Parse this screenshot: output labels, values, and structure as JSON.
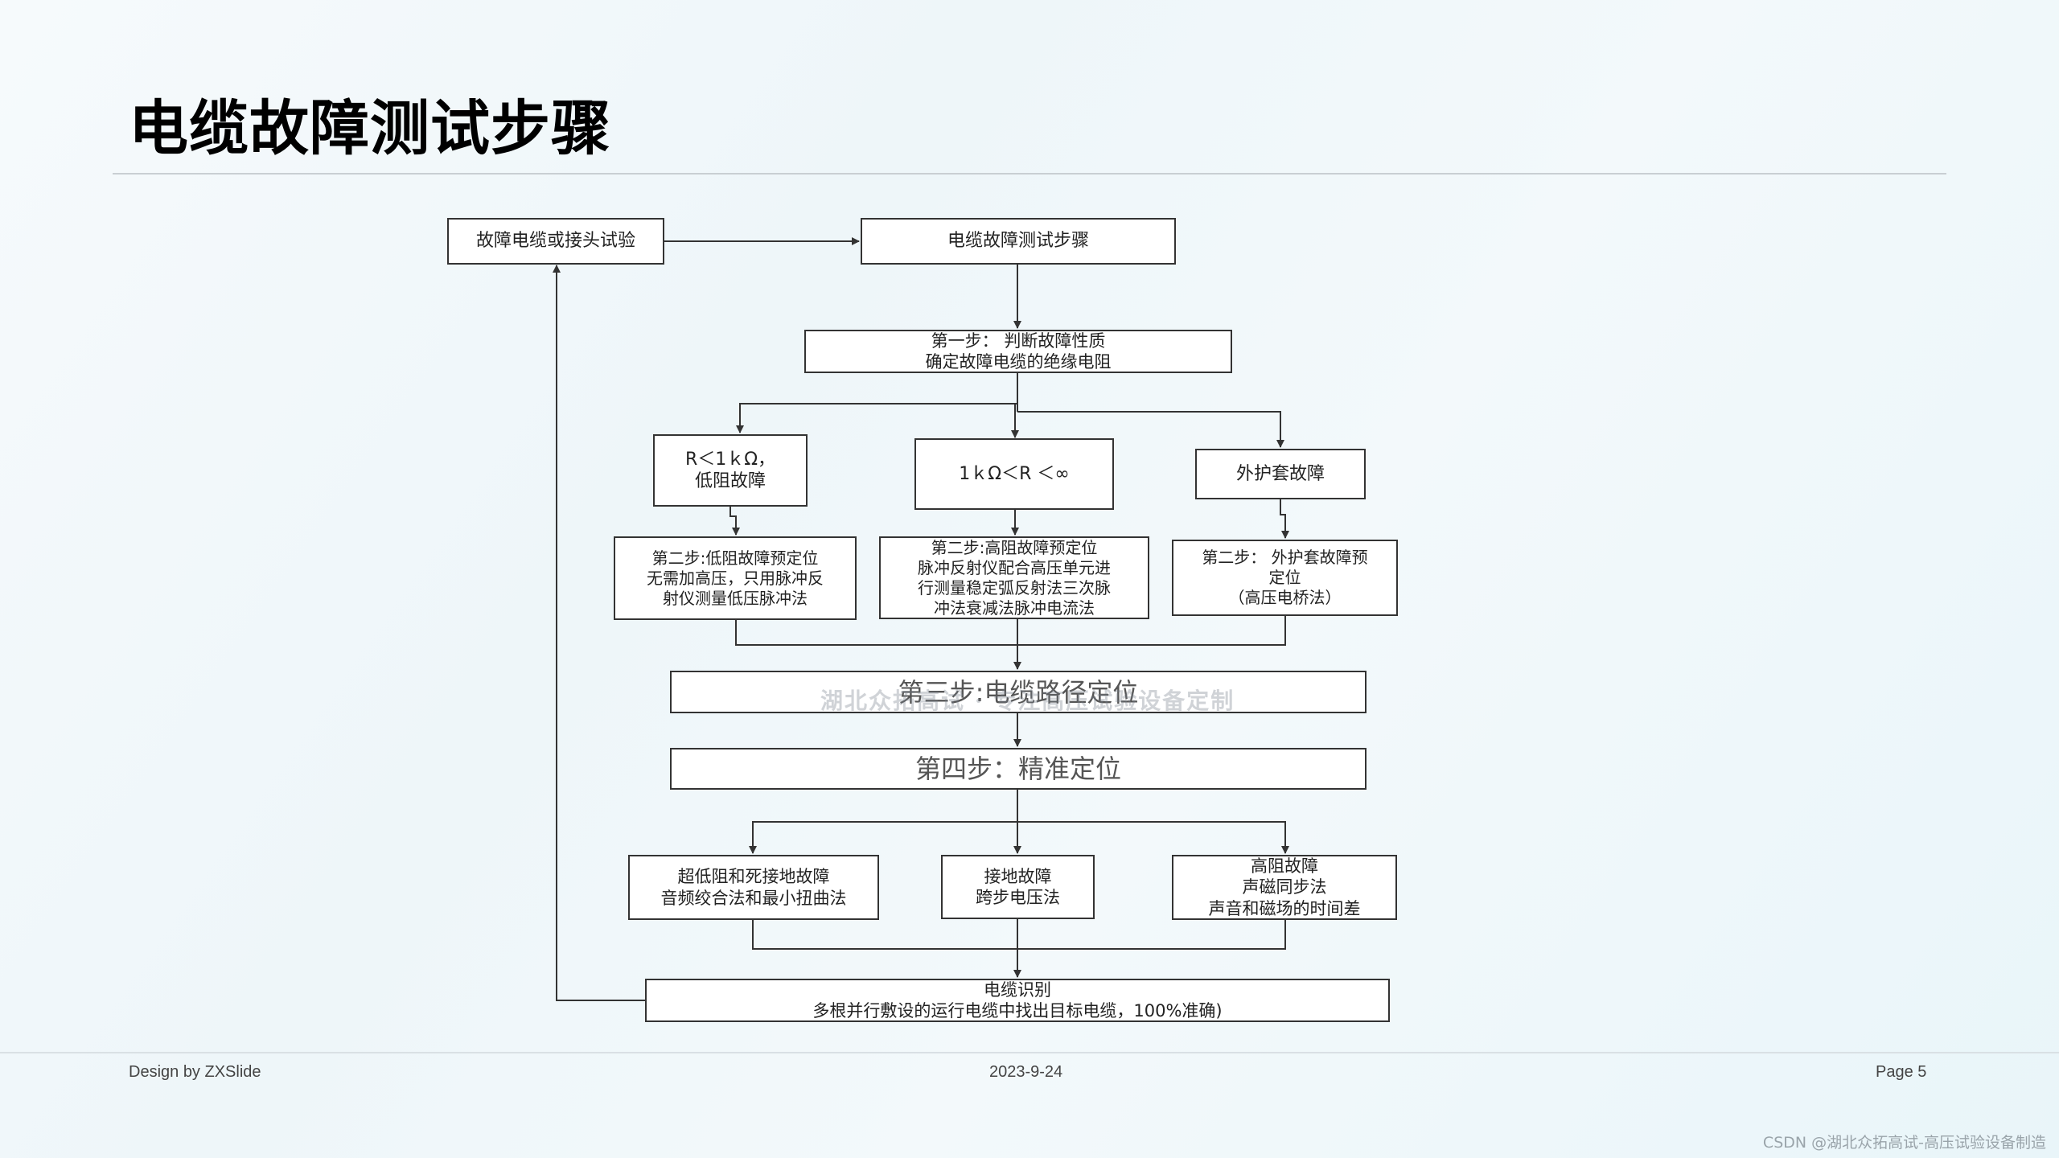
{
  "slide": {
    "title": "电缆故障测试步骤",
    "footer_left": "Design by ZXSlide",
    "footer_center": "2023-9-24",
    "footer_right": "Page 5",
    "credit": "CSDN @湖北众拓高试-高压试验设备制造",
    "watermark": "湖北众拓高试 · 专注高压试验设备定制"
  },
  "flow": {
    "fault_cable": "故障电缆或接头试验",
    "main": "电缆故障测试步骤",
    "step1": "第一步： 判断故障性质\n确定故障电缆的绝缘电阻",
    "low_res": "R＜1ｋΩ，\n低阻故障",
    "mid_res": "1ｋΩ＜R ＜∞",
    "sheath": "外护套故障",
    "step2_low": "第二步:低阻故障预定位\n无需加高压，只用脉冲反\n射仪测量低压脉冲法",
    "step2_high": "第二步:高阻故障预定位\n脉冲反射仪配合高压单元进\n行测量稳定弧反射法三次脉\n冲法衰减法脉冲电流法",
    "step2_sheath": "第二步：  外护套故障预\n定位\n（高压电桥法）",
    "step3": "第三步:电缆路径定位",
    "step4": "第四步：精准定位",
    "ultra_low": "超低阻和死接地故障\n音频绞合法和最小扭曲法",
    "ground": "接地故障\n跨步电压法",
    "high_res": "高阻故障\n声磁同步法\n声音和磁场的时间差",
    "identify": "电缆识别\n多根并行敷设的运行电缆中找出目标电缆，100%准确)"
  },
  "colors": {
    "line": "#333333",
    "box_border": "#333333",
    "box_fill": "#ffffff"
  }
}
